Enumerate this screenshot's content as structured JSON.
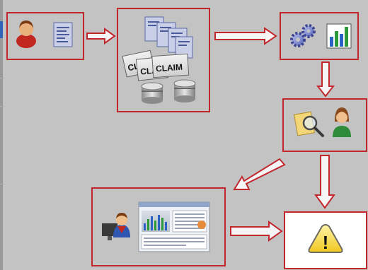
{
  "diagram": {
    "claim_label": "CLAIM",
    "claim_label_partial_1": "CL",
    "claim_label_partial_2": "CLA",
    "alert_symbol": "!"
  }
}
